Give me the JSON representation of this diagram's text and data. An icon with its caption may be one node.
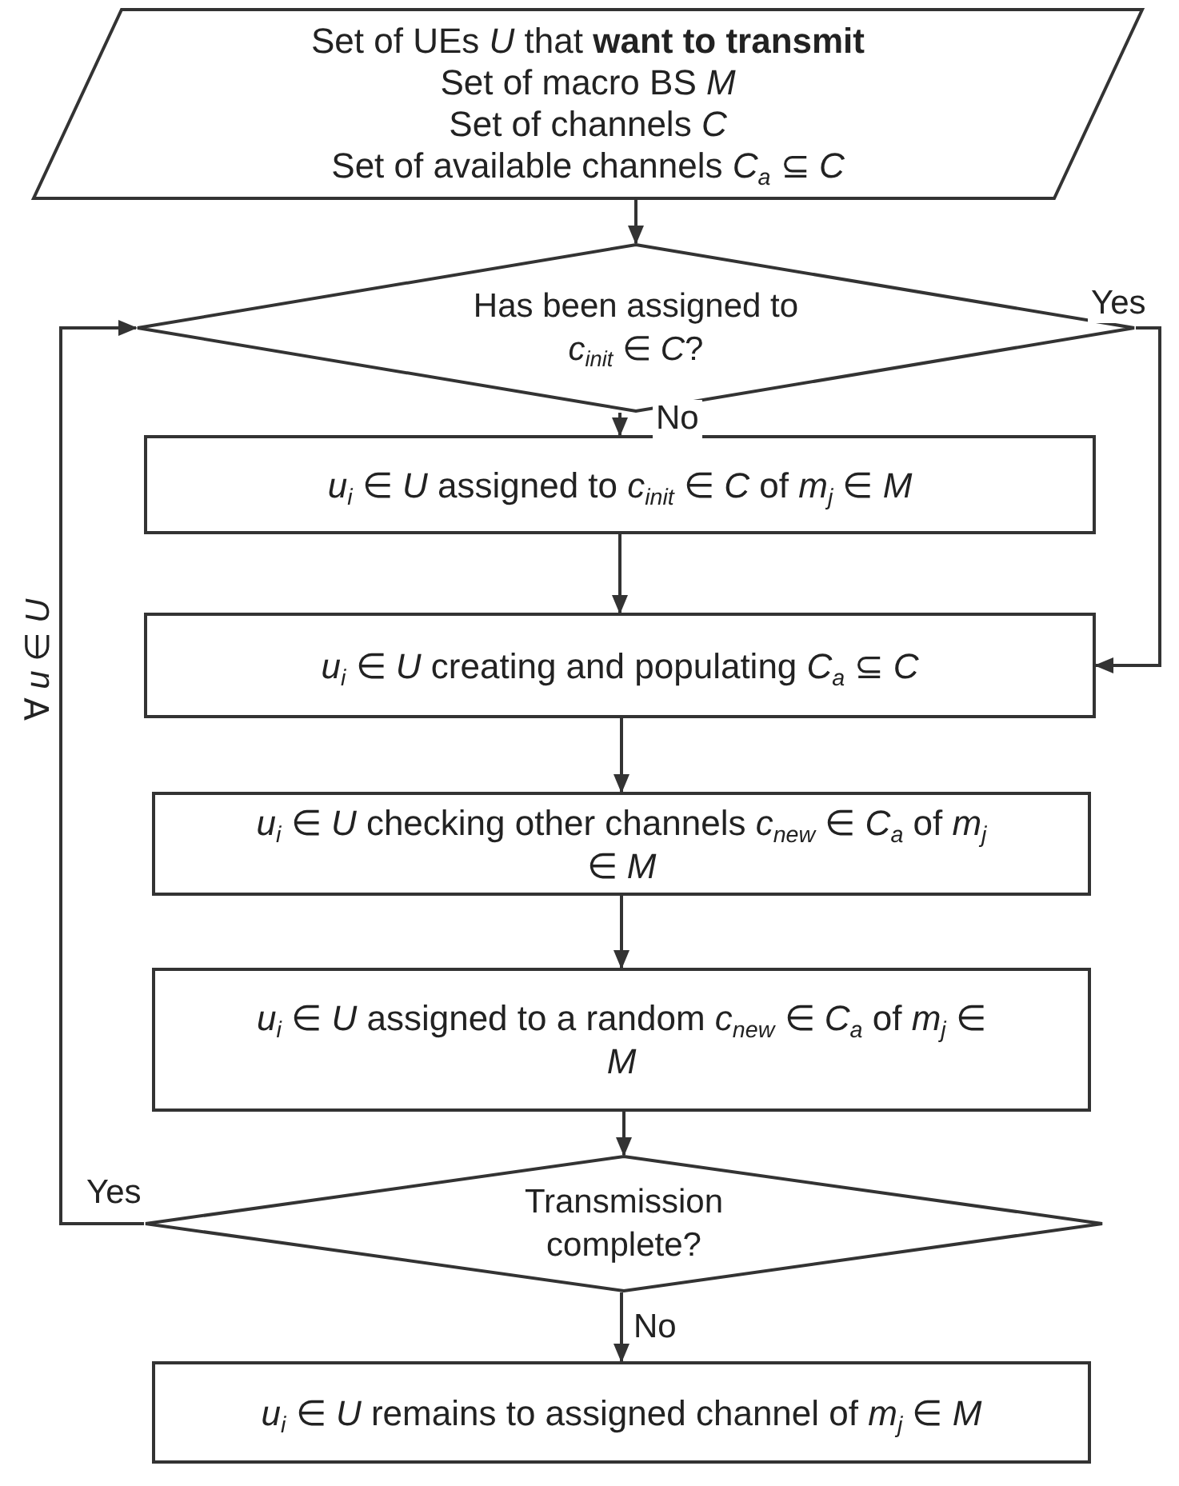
{
  "diagram": {
    "nodes": [
      {
        "text": [
          "Set of UEs *U* that **want to transmit**",
          "Set of macro BS *M*",
          "Set of channels *C*",
          "Set of available channels *C*$_{a}$ ⊆ *C*"
        ]
      },
      {
        "text": [
          "Has been assigned to *c*$_{init}$ ∈ *C*?"
        ]
      },
      {
        "text": [
          "*u*$_{i}$ ∈ *U* assigned to *c*$_{init}$ ∈ *C* of *m*$_{j}$ ∈ *M*"
        ]
      },
      {
        "text": [
          "*u*$_{i}$ ∈ *U* creating and populating *C*$_{a}$ ⊆ *C*"
        ]
      },
      {
        "text": [
          "*u*$_{i}$ ∈ *U* checking other channels *c*$_{new}$ ∈ *C*$_{a}$ of *m*$_{j}$ ∈ *M*"
        ]
      },
      {
        "text": [
          "*u*$_{i}$ ∈ *U* assigned to a random *c*$_{new}$ ∈ *C*$_{a}$ of *m*$_{j}$ ∈ *M*"
        ]
      },
      {
        "text": [
          "Transmission complete?"
        ]
      },
      {
        "text": [
          "*u*$_{i}$ ∈ *U* remains to assigned channel of *m*$_{j}$ ∈ *M*"
        ]
      }
    ],
    "edges": [
      {
        "from": 0,
        "to": 1,
        "arrow": "to"
      },
      {
        "from": 1,
        "to": 2,
        "arrow": "to",
        "label": "No"
      },
      {
        "from": 1,
        "to": 3,
        "arrow": "to",
        "label": "Yes"
      },
      {
        "from": 2,
        "to": 3,
        "arrow": "to"
      },
      {
        "from": 3,
        "to": 4,
        "arrow": "to"
      },
      {
        "from": 4,
        "to": 5,
        "arrow": "to"
      },
      {
        "from": 5,
        "to": 6,
        "arrow": "to"
      },
      {
        "from": 6,
        "to": 7,
        "arrow": "to",
        "label": "No"
      },
      {
        "from": 6,
        "to": 1,
        "arrow": "to",
        "label": "Yes"
      }
    ],
    "labels": [
      "∀ *u* ∈ *U*"
    ]
  }
}
